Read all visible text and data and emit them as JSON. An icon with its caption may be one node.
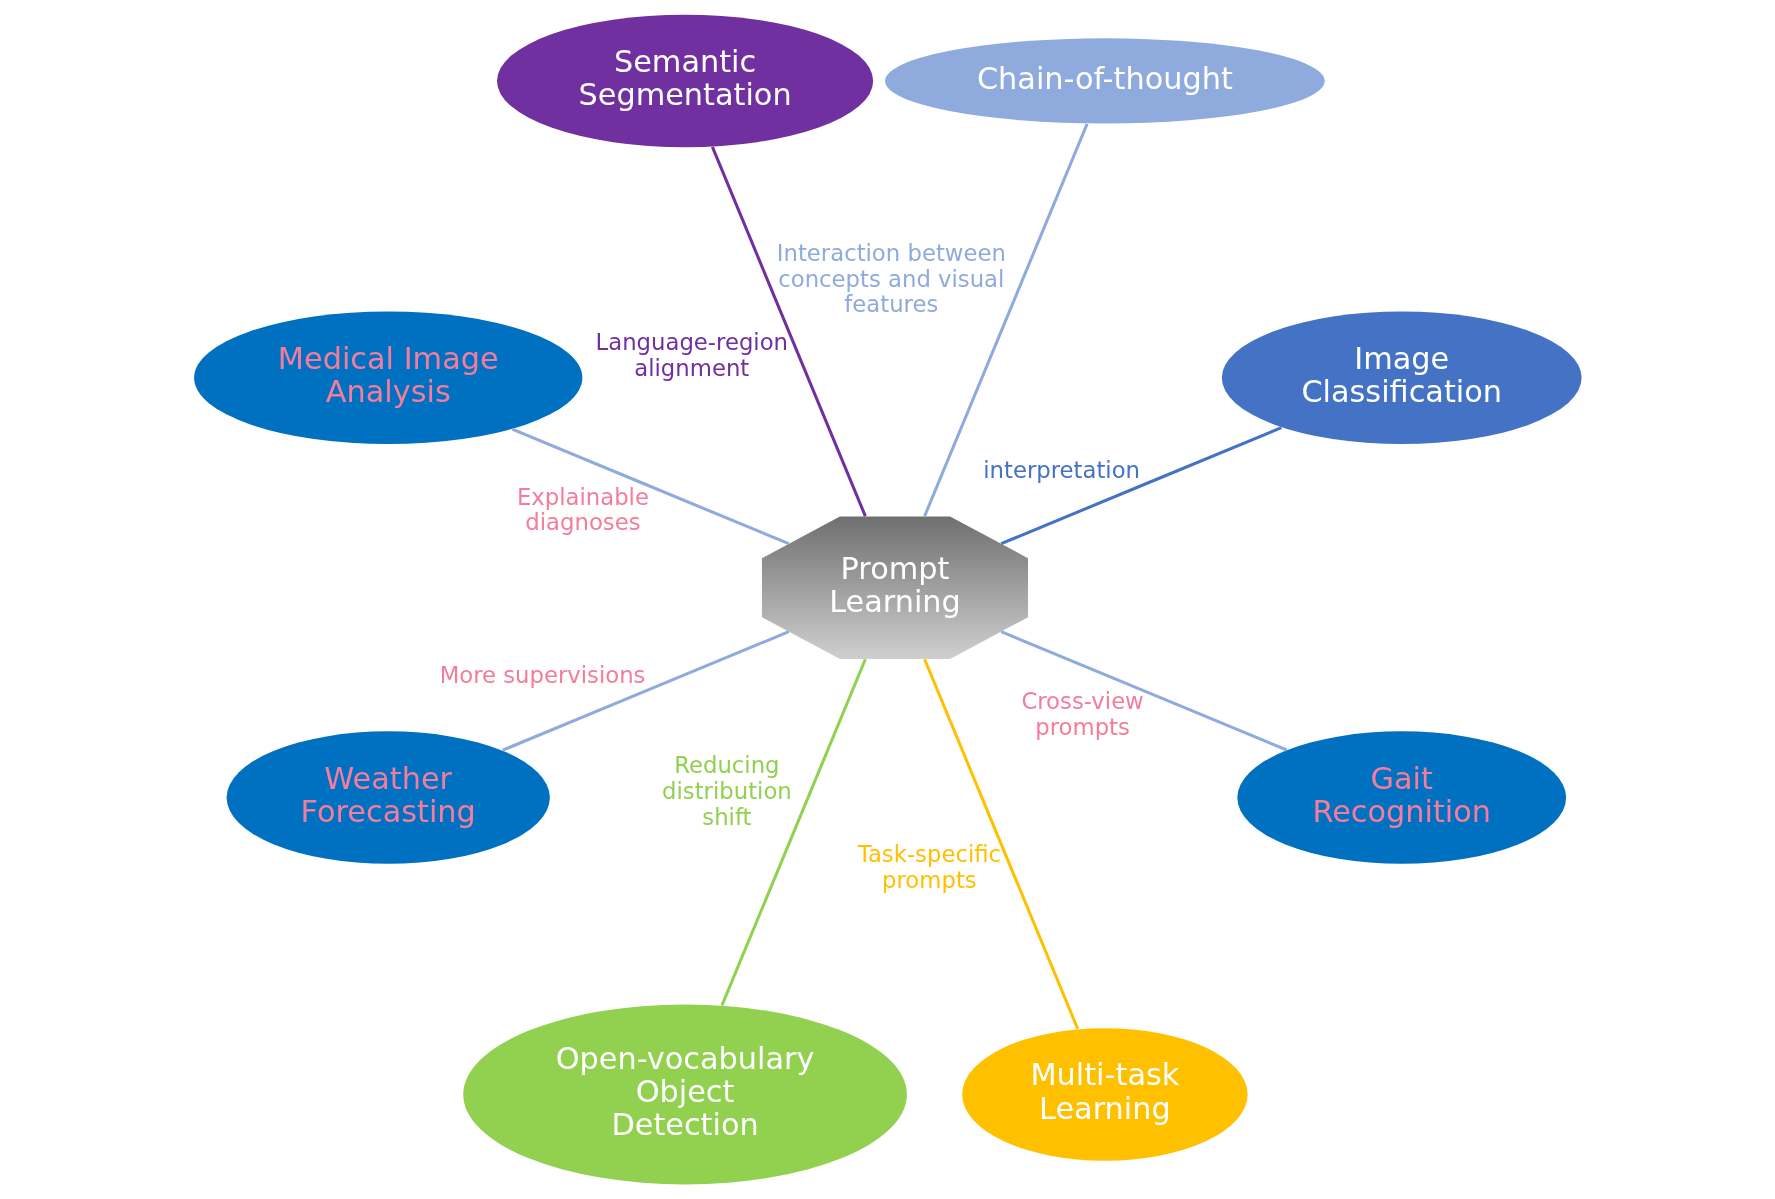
{
  "diagram": {
    "nodes": [
      {
        "text": [
          "Prompt Learning"
        ]
      },
      {
        "text": [
          "Image Classification"
        ]
      },
      {
        "text": [
          "Chain-of-thought"
        ]
      },
      {
        "text": [
          "Semantic Segmentation"
        ]
      },
      {
        "text": [
          "Medical Image Analysis"
        ]
      },
      {
        "text": [
          "Weather Forecasting"
        ]
      },
      {
        "text": [
          "Open-vocabulary Object Detection"
        ]
      },
      {
        "text": [
          "Multi-task Learning"
        ]
      },
      {
        "text": [
          "Gait Recognition"
        ]
      }
    ],
    "edges": [
      {
        "from": 0,
        "to": 1,
        "arrow": "none",
        "label": "interpretation",
        "color": "#4472c4"
      },
      {
        "from": 0,
        "to": 2,
        "arrow": "none",
        "label": "Interaction between concepts and visual features",
        "color": "#8faadc"
      },
      {
        "from": 0,
        "to": 3,
        "arrow": "none",
        "label": "Language-region alignment",
        "color": "#7030a0"
      },
      {
        "from": 0,
        "to": 4,
        "arrow": "none",
        "label": "Explainable diagnoses",
        "color": "#8faadc"
      },
      {
        "from": 0,
        "to": 5,
        "arrow": "none",
        "label": "More supervisions",
        "color": "#8faadc"
      },
      {
        "from": 0,
        "to": 6,
        "arrow": "none",
        "label": "Reducing distribution shift",
        "color": "#92d050"
      },
      {
        "from": 0,
        "to": 7,
        "arrow": "none",
        "label": "Task-specific prompts",
        "color": "#ffc000"
      },
      {
        "from": 0,
        "to": 8,
        "arrow": "none",
        "label": "Cross-view prompts",
        "color": "#8faadc"
      }
    ]
  }
}
